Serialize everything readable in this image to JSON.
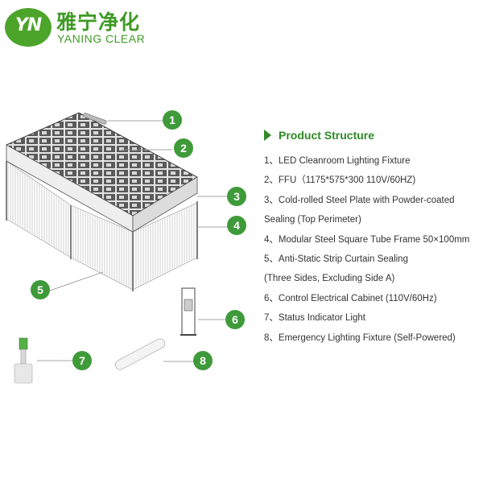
{
  "brand": {
    "mark": "YN",
    "name_cn": "雅宁净化",
    "name_en": "YANING CLEAR",
    "color": "#3f9a25"
  },
  "section_title": "Product Structure",
  "accent_color": "#3f9a3a",
  "items": [
    "1、LED Cleanroom Lighting Fixture",
    "2、FFU（1175*575*300 110V/60HZ)",
    "3、Cold-rolled Steel Plate with Powder-coated",
    "Sealing (Top Perimeter)",
    "4、Modular Steel Square Tube Frame 50×100mm",
    "5、Anti-Static Strip Curtain Sealing",
    "(Three Sides, Excluding Side A)",
    "6、Control Electrical Cabinet (110V/60Hz)",
    "7、Status Indicator Light",
    "8、Emergency Lighting Fixture (Self-Powered)"
  ],
  "callouts": [
    "1",
    "2",
    "3",
    "4",
    "5",
    "6",
    "7",
    "8"
  ]
}
